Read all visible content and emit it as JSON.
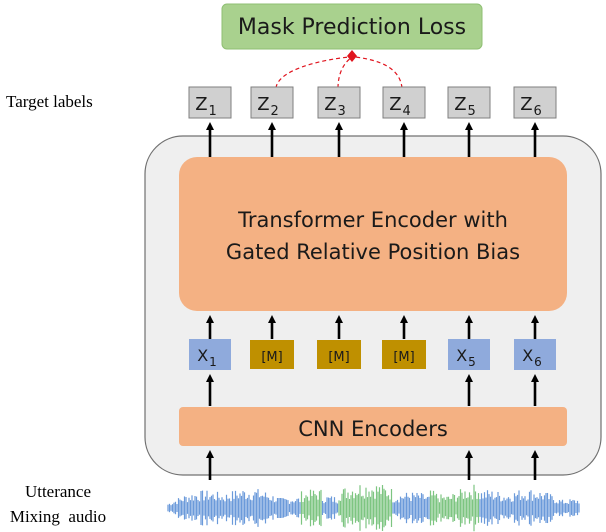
{
  "loss": {
    "label": "Mask Prediction Loss"
  },
  "target_labels": {
    "caption": "Target labels"
  },
  "targets": [
    {
      "base": "Z",
      "sub": "1"
    },
    {
      "base": "Z",
      "sub": "2"
    },
    {
      "base": "Z",
      "sub": "3"
    },
    {
      "base": "Z",
      "sub": "4"
    },
    {
      "base": "Z",
      "sub": "5"
    },
    {
      "base": "Z",
      "sub": "6"
    }
  ],
  "transformer": {
    "line1": "Transformer Encoder with",
    "line2": "Gated Relative Position Bias"
  },
  "inputs": [
    {
      "kind": "x",
      "base": "X",
      "sub": "1",
      "text": ""
    },
    {
      "kind": "mask",
      "base": "",
      "sub": "",
      "text": "[M]"
    },
    {
      "kind": "mask",
      "base": "",
      "sub": "",
      "text": "[M]"
    },
    {
      "kind": "mask",
      "base": "",
      "sub": "",
      "text": "[M]"
    },
    {
      "kind": "x",
      "base": "X",
      "sub": "5",
      "text": ""
    },
    {
      "kind": "x",
      "base": "X",
      "sub": "6",
      "text": ""
    }
  ],
  "cnn": {
    "label": "CNN Encoders"
  },
  "audio": {
    "line1": "Utterance",
    "line2": "Mixing  audio"
  },
  "colors": {
    "loss_fill": "#a9d18e",
    "loss_stroke": "#8fbf73",
    "target_fill": "#d0d0d0",
    "target_stroke": "#7f7f7f",
    "panel_fill": "#efefef",
    "panel_stroke": "#707070",
    "orange": "#f4b183",
    "x_fill": "#8faadc",
    "mask_fill": "#bf9000",
    "red": "#e0141e",
    "wave_blue": "#5b8fd6",
    "wave_green": "#6fbf73"
  }
}
